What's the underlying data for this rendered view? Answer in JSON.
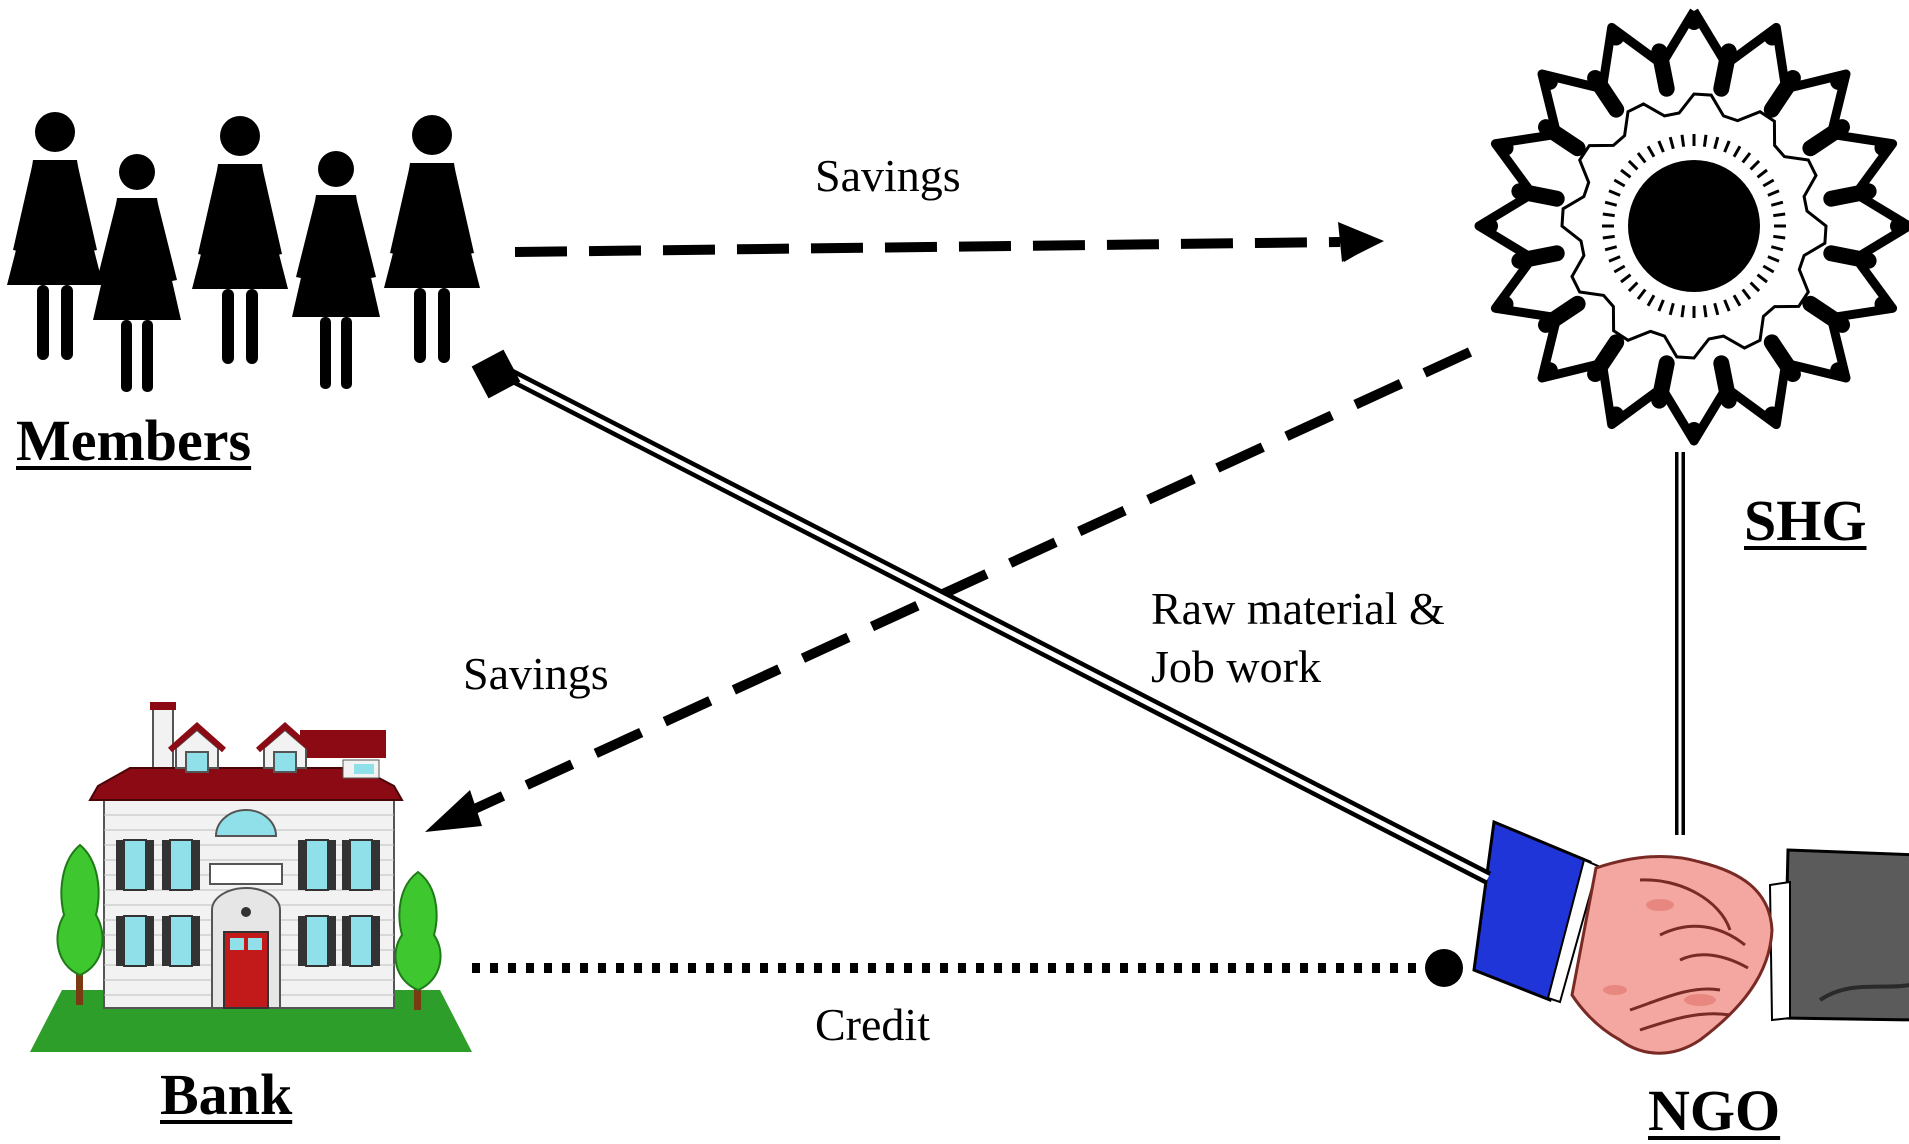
{
  "entities": {
    "members": {
      "label": "Members"
    },
    "shg": {
      "label": "SHG"
    },
    "bank": {
      "label": "Bank"
    },
    "ngo": {
      "label": "NGO"
    }
  },
  "flows": {
    "members_to_shg": {
      "label": "Savings"
    },
    "shg_to_bank": {
      "label": "Savings"
    },
    "ngo_to_members": {
      "line1": "Raw material &",
      "line2": "Job work"
    },
    "bank_ngo": {
      "label": "Credit"
    }
  },
  "icons": {
    "members": "women-group-icon",
    "shg": "people-circle-gear-icon",
    "bank": "bank-building-icon",
    "ngo": "handshake-icon"
  },
  "colors": {
    "roof": "#8b0a14",
    "sleeve": "#1f35d8",
    "skin": "#f4a6a0",
    "grass": "#2e9e2a",
    "tree": "#3ec72f",
    "door": "#c21a1a",
    "window": "#8fe0e8"
  }
}
